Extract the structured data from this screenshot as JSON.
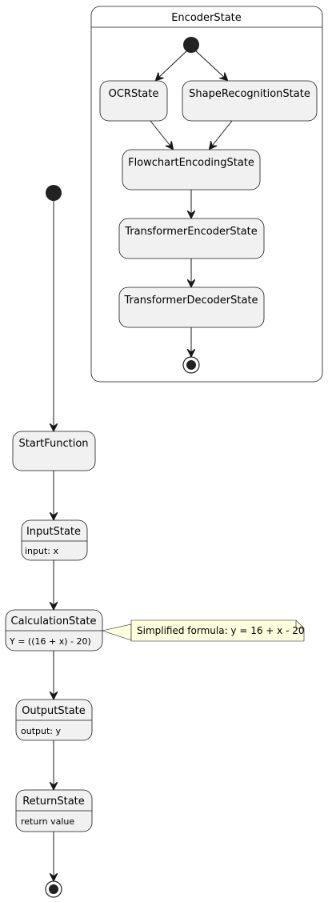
{
  "composite": {
    "title": "EncoderState"
  },
  "states": {
    "ocr": "OCRState",
    "shape": "ShapeRecognitionState",
    "flowchart": "FlowchartEncodingState",
    "tenc": "TransformerEncoderState",
    "tdec": "TransformerDecoderState",
    "start_fn": "StartFunction",
    "input": {
      "title": "InputState",
      "attr": "input: x"
    },
    "calc": {
      "title": "CalculationState",
      "attr": "Y = ((16 + x) - 20)"
    },
    "output": {
      "title": "OutputState",
      "attr": "output: y"
    },
    "ret": {
      "title": "ReturnState",
      "attr": "return value"
    }
  },
  "note": {
    "text": "Simplified formula: y = 16 + x - 20"
  },
  "colors": {
    "box_fill": "#f1f1f1",
    "stroke": "#181818",
    "note_fill": "#feffdd"
  }
}
